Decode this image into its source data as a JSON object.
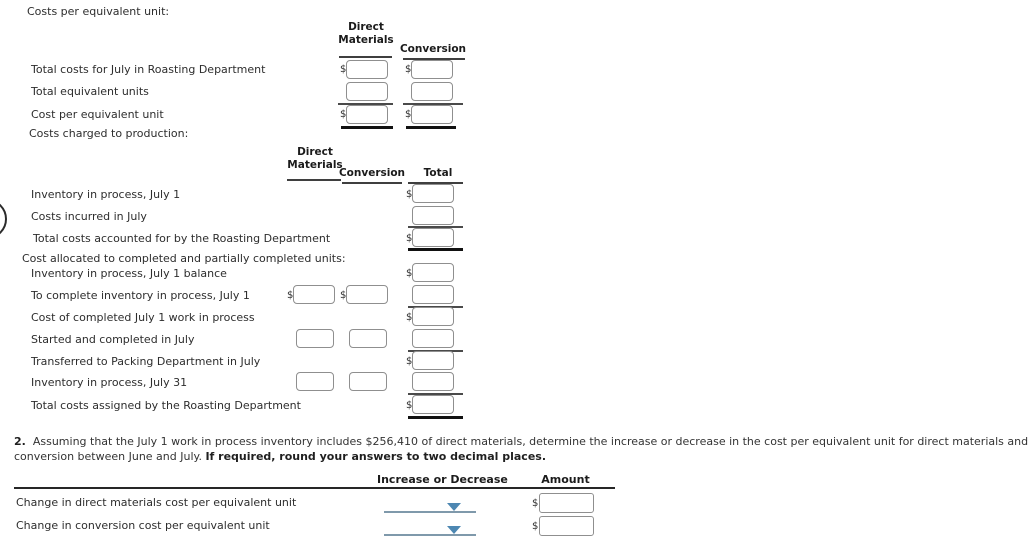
{
  "currency": "$",
  "sec1": {
    "title": "Costs per equivalent unit:",
    "col_direct_materials": "Direct Materials",
    "col_conversion": "Conversion",
    "rows": {
      "r1": "Total costs for July in Roasting Department",
      "r2": "Total equivalent units",
      "r3": "Cost per equivalent unit"
    }
  },
  "sec2": {
    "title": "Costs charged to production:",
    "col_direct_materials": "Direct Materials",
    "col_conversion": "Conversion",
    "col_total": "Total",
    "rows": {
      "r1": "Inventory in process, July 1",
      "r2": "Costs incurred in July",
      "r3": "Total costs accounted for by the Roasting Department"
    }
  },
  "sec3": {
    "title": "Cost allocated to completed and partially completed units:",
    "rows": {
      "r1": "Inventory in process, July 1 balance",
      "r2": "To complete inventory in process, July 1",
      "r3": "Cost of completed July 1 work in process",
      "r4": "Started and completed in July",
      "r5": "Transferred to Packing Department in July",
      "r6": "Inventory in process, July 31",
      "r7": "Total costs assigned by the Roasting Department"
    }
  },
  "question2": {
    "number": "2.",
    "line1": "Assuming that the July 1 work in process inventory includes $256,410 of direct materials, determine the increase or decrease in the cost per equivalent unit for direct materials and",
    "line2_normal": "conversion between June and July. ",
    "line2_bold": "If required, round your answers to two decimal places."
  },
  "sec4": {
    "col_change": "Increase or Decrease",
    "col_amount": "Amount",
    "rows": {
      "r1": "Change in direct materials cost per equivalent unit",
      "r2": "Change in conversion cost per equivalent unit"
    }
  },
  "colors": {
    "dropdown_accent": "#4d87b2",
    "dropdown_line": "#7f99ab",
    "rule_dark": "#111111",
    "rule_gray": "#4a4a4a",
    "box_border": "#8f8f8f"
  }
}
